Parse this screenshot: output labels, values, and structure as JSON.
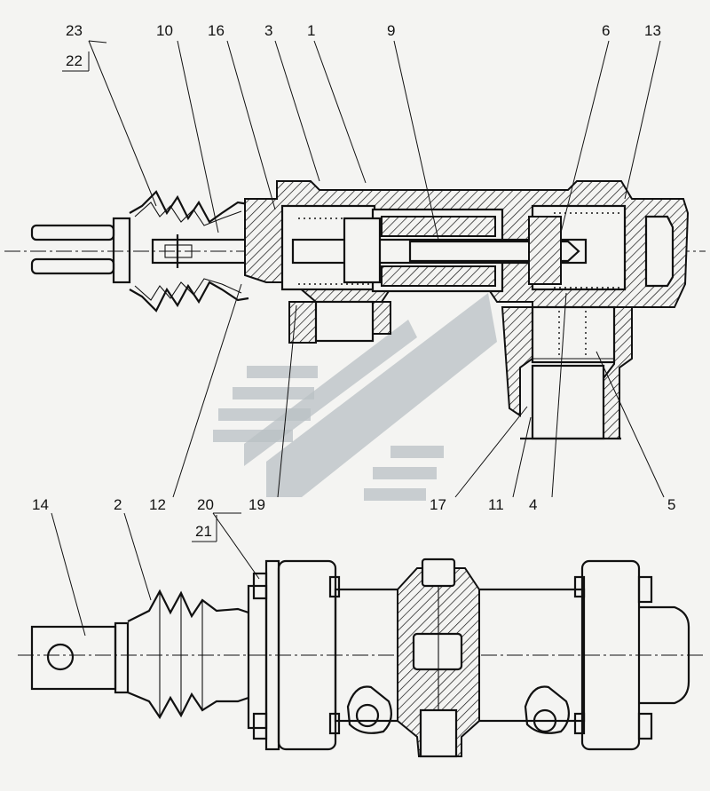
{
  "callouts": {
    "c23": "23",
    "c22": "22",
    "c10": "10",
    "c16": "16",
    "c3": "3",
    "c1": "1",
    "c9": "9",
    "c6": "6",
    "c13": "13",
    "c12": "12",
    "c19": "19",
    "c17": "17",
    "c11": "11",
    "c4": "4",
    "c5": "5",
    "c14": "14",
    "c2": "2",
    "c20": "20",
    "c21": "21"
  }
}
